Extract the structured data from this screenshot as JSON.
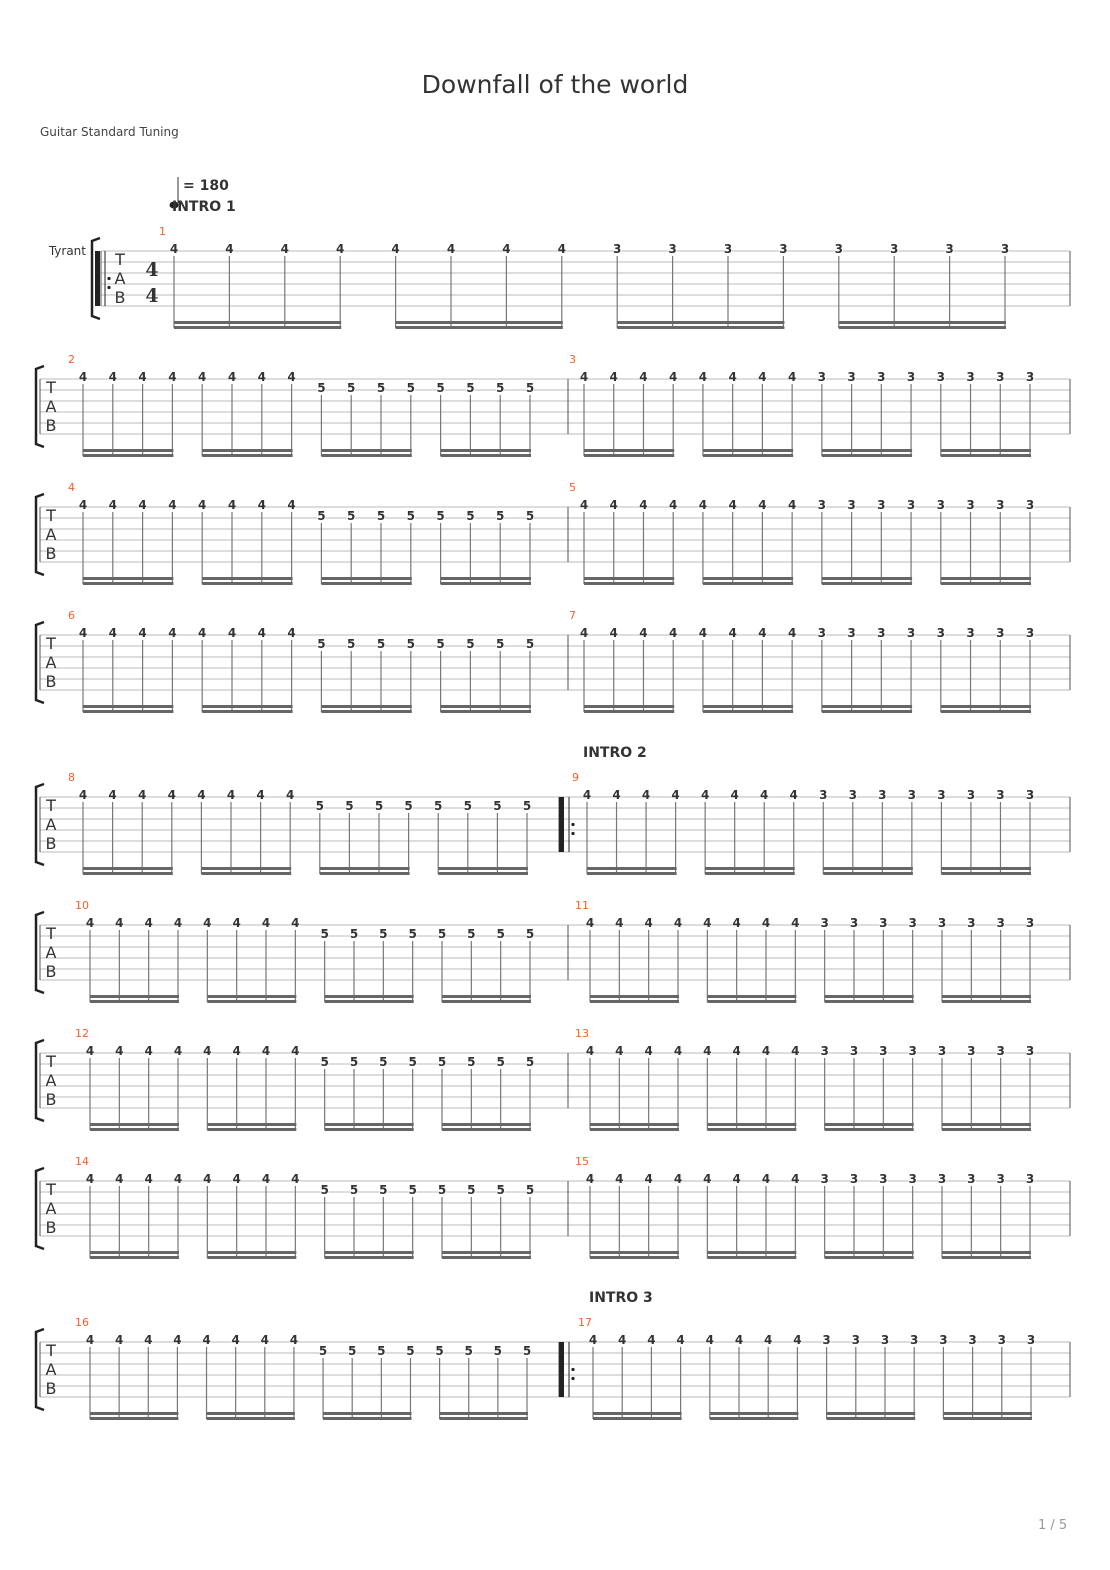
{
  "title": "Downfall of the world",
  "tuning": "Guitar Standard Tuning",
  "tempo_label": "= 180",
  "track_name": "Tyrant",
  "clef": [
    "T",
    "A",
    "B"
  ],
  "time_signature": [
    "4",
    "4"
  ],
  "page": "1 / 5",
  "sections": [
    {
      "measure": 1,
      "label": "INTRO 1"
    },
    {
      "measure": 9,
      "label": "INTRO 2"
    },
    {
      "measure": 17,
      "label": "INTRO 3"
    }
  ],
  "measures": [
    {
      "number": "1",
      "repeat_start": true,
      "frets": [
        4,
        4,
        4,
        4,
        4,
        4,
        4,
        4,
        3,
        3,
        3,
        3,
        3,
        3,
        3,
        3
      ],
      "strings": [
        1,
        1,
        1,
        1,
        1,
        1,
        1,
        1,
        1,
        1,
        1,
        1,
        1,
        1,
        1,
        1
      ]
    },
    {
      "number": "2",
      "frets": [
        4,
        4,
        4,
        4,
        4,
        4,
        4,
        4,
        5,
        5,
        5,
        5,
        5,
        5,
        5,
        5
      ],
      "strings": [
        1,
        1,
        1,
        1,
        1,
        1,
        1,
        1,
        2,
        2,
        2,
        2,
        2,
        2,
        2,
        2
      ]
    },
    {
      "number": "3",
      "frets": [
        4,
        4,
        4,
        4,
        4,
        4,
        4,
        4,
        3,
        3,
        3,
        3,
        3,
        3,
        3,
        3
      ],
      "strings": [
        1,
        1,
        1,
        1,
        1,
        1,
        1,
        1,
        1,
        1,
        1,
        1,
        1,
        1,
        1,
        1
      ]
    },
    {
      "number": "4",
      "frets": [
        4,
        4,
        4,
        4,
        4,
        4,
        4,
        4,
        5,
        5,
        5,
        5,
        5,
        5,
        5,
        5
      ],
      "strings": [
        1,
        1,
        1,
        1,
        1,
        1,
        1,
        1,
        2,
        2,
        2,
        2,
        2,
        2,
        2,
        2
      ]
    },
    {
      "number": "5",
      "frets": [
        4,
        4,
        4,
        4,
        4,
        4,
        4,
        4,
        3,
        3,
        3,
        3,
        3,
        3,
        3,
        3
      ],
      "strings": [
        1,
        1,
        1,
        1,
        1,
        1,
        1,
        1,
        1,
        1,
        1,
        1,
        1,
        1,
        1,
        1
      ]
    },
    {
      "number": "6",
      "frets": [
        4,
        4,
        4,
        4,
        4,
        4,
        4,
        4,
        5,
        5,
        5,
        5,
        5,
        5,
        5,
        5
      ],
      "strings": [
        1,
        1,
        1,
        1,
        1,
        1,
        1,
        1,
        2,
        2,
        2,
        2,
        2,
        2,
        2,
        2
      ]
    },
    {
      "number": "7",
      "frets": [
        4,
        4,
        4,
        4,
        4,
        4,
        4,
        4,
        3,
        3,
        3,
        3,
        3,
        3,
        3,
        3
      ],
      "strings": [
        1,
        1,
        1,
        1,
        1,
        1,
        1,
        1,
        1,
        1,
        1,
        1,
        1,
        1,
        1,
        1
      ]
    },
    {
      "number": "8",
      "frets": [
        4,
        4,
        4,
        4,
        4,
        4,
        4,
        4,
        5,
        5,
        5,
        5,
        5,
        5,
        5,
        5
      ],
      "strings": [
        1,
        1,
        1,
        1,
        1,
        1,
        1,
        1,
        2,
        2,
        2,
        2,
        2,
        2,
        2,
        2
      ]
    },
    {
      "number": "9",
      "repeat_start": true,
      "frets": [
        4,
        4,
        4,
        4,
        4,
        4,
        4,
        4,
        3,
        3,
        3,
        3,
        3,
        3,
        3,
        3
      ],
      "strings": [
        1,
        1,
        1,
        1,
        1,
        1,
        1,
        1,
        1,
        1,
        1,
        1,
        1,
        1,
        1,
        1
      ]
    },
    {
      "number": "10",
      "frets": [
        4,
        4,
        4,
        4,
        4,
        4,
        4,
        4,
        5,
        5,
        5,
        5,
        5,
        5,
        5,
        5
      ],
      "strings": [
        1,
        1,
        1,
        1,
        1,
        1,
        1,
        1,
        2,
        2,
        2,
        2,
        2,
        2,
        2,
        2
      ]
    },
    {
      "number": "11",
      "frets": [
        4,
        4,
        4,
        4,
        4,
        4,
        4,
        4,
        3,
        3,
        3,
        3,
        3,
        3,
        3,
        3
      ],
      "strings": [
        1,
        1,
        1,
        1,
        1,
        1,
        1,
        1,
        1,
        1,
        1,
        1,
        1,
        1,
        1,
        1
      ]
    },
    {
      "number": "12",
      "frets": [
        4,
        4,
        4,
        4,
        4,
        4,
        4,
        4,
        5,
        5,
        5,
        5,
        5,
        5,
        5,
        5
      ],
      "strings": [
        1,
        1,
        1,
        1,
        1,
        1,
        1,
        1,
        2,
        2,
        2,
        2,
        2,
        2,
        2,
        2
      ]
    },
    {
      "number": "13",
      "frets": [
        4,
        4,
        4,
        4,
        4,
        4,
        4,
        4,
        3,
        3,
        3,
        3,
        3,
        3,
        3,
        3
      ],
      "strings": [
        1,
        1,
        1,
        1,
        1,
        1,
        1,
        1,
        1,
        1,
        1,
        1,
        1,
        1,
        1,
        1
      ]
    },
    {
      "number": "14",
      "frets": [
        4,
        4,
        4,
        4,
        4,
        4,
        4,
        4,
        5,
        5,
        5,
        5,
        5,
        5,
        5,
        5
      ],
      "strings": [
        1,
        1,
        1,
        1,
        1,
        1,
        1,
        1,
        2,
        2,
        2,
        2,
        2,
        2,
        2,
        2
      ]
    },
    {
      "number": "15",
      "frets": [
        4,
        4,
        4,
        4,
        4,
        4,
        4,
        4,
        3,
        3,
        3,
        3,
        3,
        3,
        3,
        3
      ],
      "strings": [
        1,
        1,
        1,
        1,
        1,
        1,
        1,
        1,
        1,
        1,
        1,
        1,
        1,
        1,
        1,
        1
      ]
    },
    {
      "number": "16",
      "frets": [
        4,
        4,
        4,
        4,
        4,
        4,
        4,
        4,
        5,
        5,
        5,
        5,
        5,
        5,
        5,
        5
      ],
      "strings": [
        1,
        1,
        1,
        1,
        1,
        1,
        1,
        1,
        2,
        2,
        2,
        2,
        2,
        2,
        2,
        2
      ]
    },
    {
      "number": "17",
      "repeat_start": true,
      "frets": [
        4,
        4,
        4,
        4,
        4,
        4,
        4,
        4,
        3,
        3,
        3,
        3,
        3,
        3,
        3,
        3
      ],
      "strings": [
        1,
        1,
        1,
        1,
        1,
        1,
        1,
        1,
        1,
        1,
        1,
        1,
        1,
        1,
        1,
        1
      ]
    }
  ],
  "colors": {
    "measure_number": "#f0602a",
    "ink": "#333333",
    "staff_line": "#bbbbbb"
  }
}
